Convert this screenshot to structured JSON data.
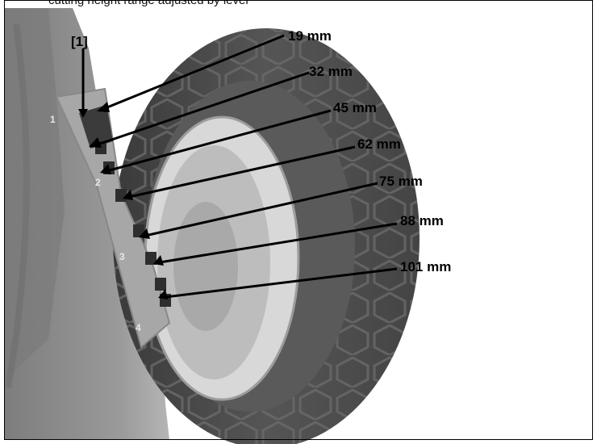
{
  "caption": "cutting height range adjusted by lever",
  "callout": "[1]",
  "heights": [
    "19 mm",
    "32 mm",
    "45 mm",
    "62 mm",
    "75 mm",
    "88 mm",
    "101 mm"
  ],
  "scale_numbers": [
    "1",
    "2",
    "3",
    "4"
  ],
  "colors": {
    "body": "#8f8f8f",
    "tire": "#4a4a4a",
    "rim": "#d9d9d9",
    "arrow": "#000000"
  }
}
